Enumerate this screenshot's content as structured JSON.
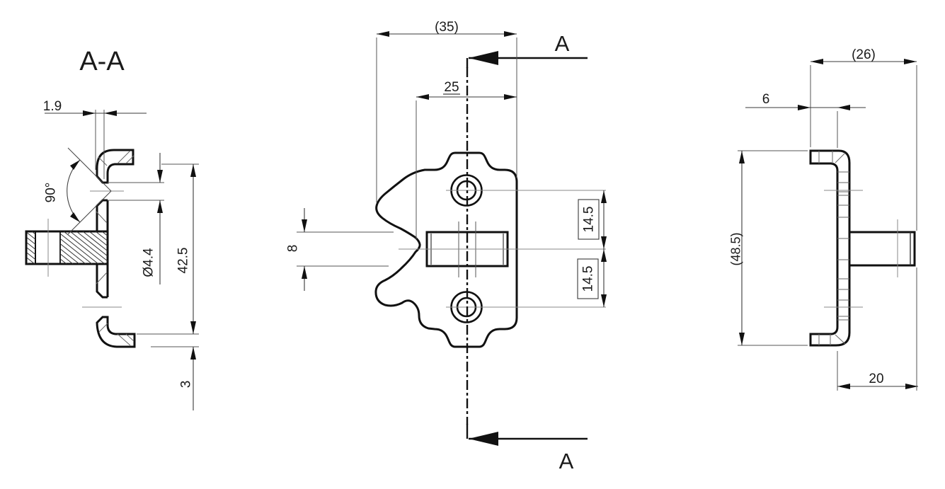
{
  "labels": {
    "section_title": "A-A",
    "marker_top": "A",
    "marker_bottom": "A",
    "left": {
      "width": "1.9",
      "angle": "90°",
      "hole": "Ø4.4",
      "height": "42.5",
      "thickness": "3"
    },
    "front": {
      "overall_width": "(35)",
      "hole_offset": "25",
      "pin_height": "8",
      "spacing_top": "14.5",
      "spacing_bottom": "14.5"
    },
    "right": {
      "depth": "(26)",
      "flange": "6",
      "height": "(48.5)",
      "pin_length": "20"
    }
  },
  "colors": {
    "background": "#ffffff",
    "outline": "#111111",
    "dimension_line": "#3a3a3a",
    "centerline": "#888888",
    "tick": "#666666"
  }
}
